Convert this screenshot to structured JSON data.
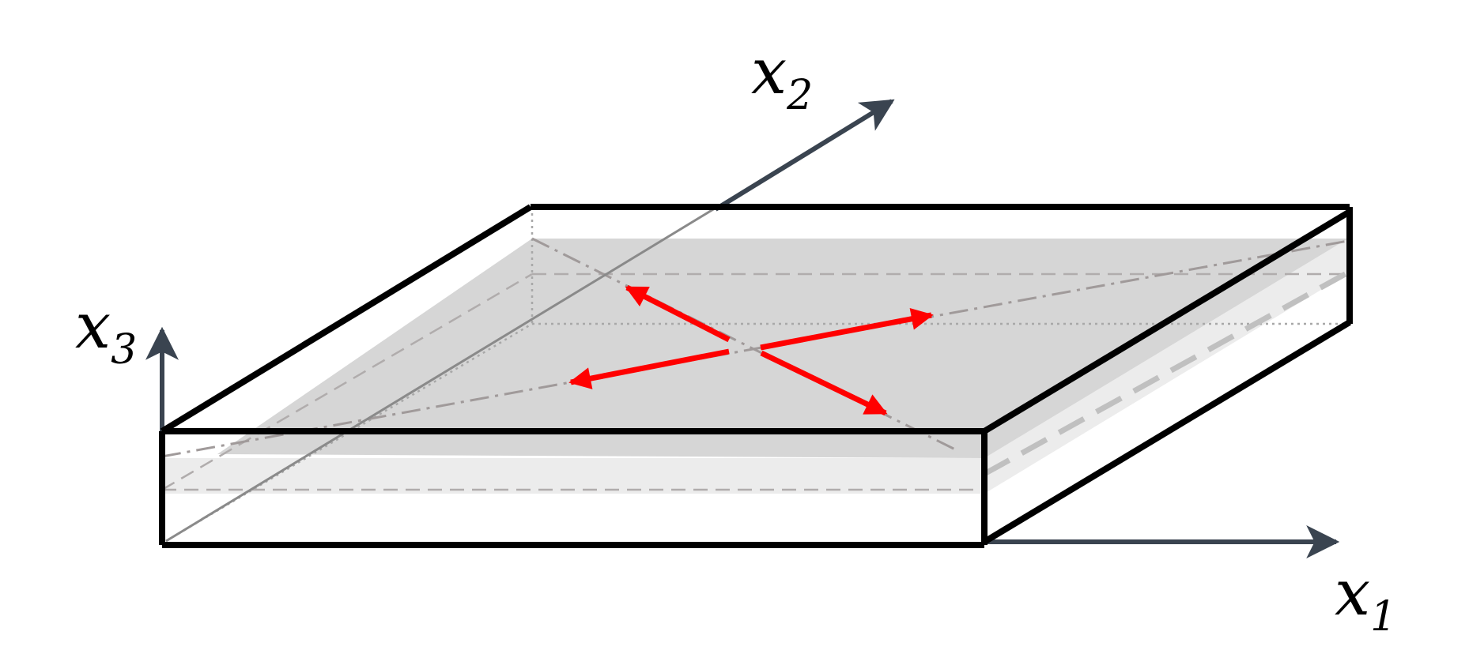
{
  "axes": {
    "x1": {
      "symbol": "x",
      "subscript": "1"
    },
    "x2": {
      "symbol": "x",
      "subscript": "2"
    },
    "x3": {
      "symbol": "x",
      "subscript": "3"
    }
  },
  "colors": {
    "outline": "#000000",
    "axis": "#3a4450",
    "arrows": "#ff0000",
    "mid_plane": "#d9d9d9",
    "band": "#ececec",
    "guide_lines": "#a8a4a4"
  }
}
